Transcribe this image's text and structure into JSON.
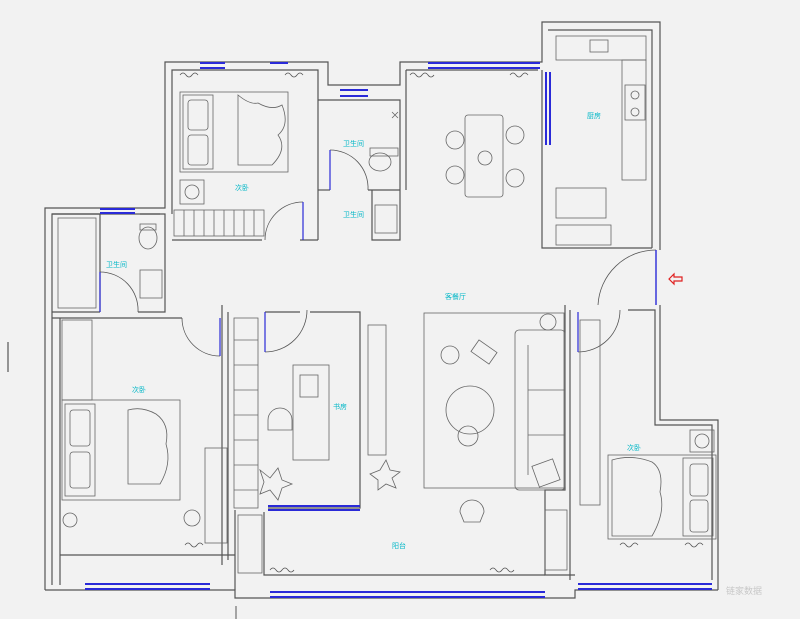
{
  "colors": {
    "background": "#f2f2f2",
    "wall": "#555555",
    "furniture": "#666666",
    "window": "#2a2ad8",
    "label": "#00b7c7",
    "entrance": "#e02020"
  },
  "rooms": {
    "bedroom_top": "次卧",
    "bath_center": "卫生间",
    "bath_center_lower": "卫生间",
    "dining": "",
    "kitchen": "厨房",
    "bath_left": "卫生间",
    "living_dining": "客餐厅",
    "bedroom_left": "次卧",
    "study": "书房",
    "bedroom_right": "次卧",
    "balcony": "阳台"
  },
  "entrance_marker": "entry-arrow-icon",
  "watermark": "链家数据"
}
